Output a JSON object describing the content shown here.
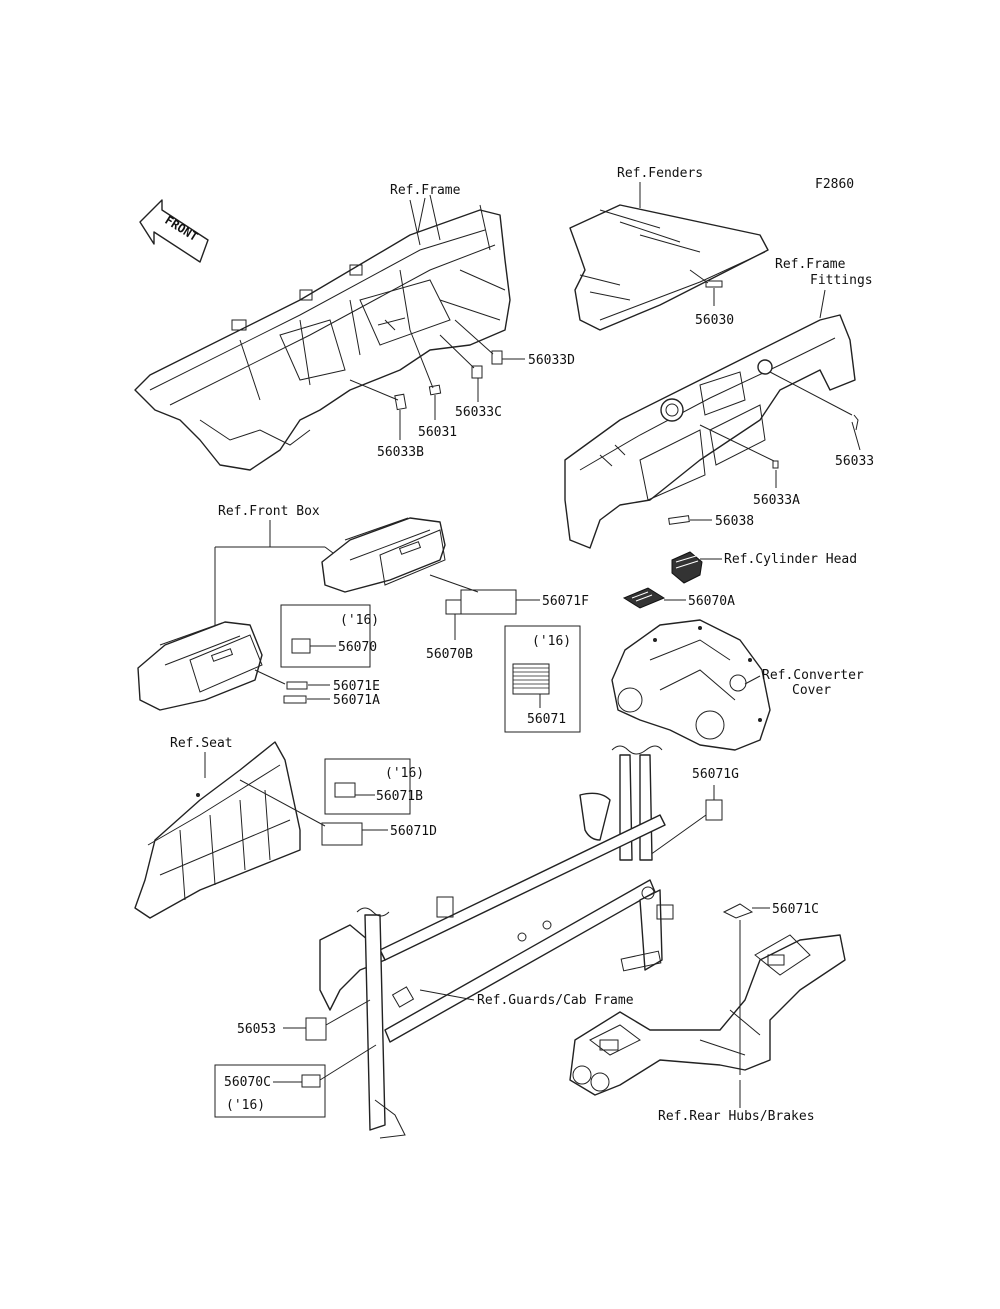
{
  "figure_id": "F2860",
  "front_arrow": "FRONT",
  "refs": {
    "frame": "Ref.Frame",
    "fenders": "Ref.Fenders",
    "frame_fittings_1": "Ref.Frame",
    "frame_fittings_2": "Fittings",
    "front_box": "Ref.Front Box",
    "cylinder_head": "Ref.Cylinder Head",
    "converter_cover_1": "Ref.Converter",
    "converter_cover_2": "Cover",
    "seat": "Ref.Seat",
    "guards": "Ref.Guards/Cab Frame",
    "rear_hubs": "Ref.Rear Hubs/Brakes"
  },
  "parts": {
    "p56030": "56030",
    "p56031": "56031",
    "p56033": "56033",
    "p56033A": "56033A",
    "p56033B": "56033B",
    "p56033C": "56033C",
    "p56033D": "56033D",
    "p56038": "56038",
    "p56053": "56053",
    "p56070": "56070",
    "p56070A": "56070A",
    "p56070B": "56070B",
    "p56070C": "56070C",
    "p56071": "56071",
    "p56071A": "56071A",
    "p56071B": "56071B",
    "p56071C": "56071C",
    "p56071D": "56071D",
    "p56071E": "56071E",
    "p56071F": "56071F",
    "p56071G": "56071G"
  },
  "year_notes": {
    "y1": "('16)",
    "y2": "('16)",
    "y3": "('16)",
    "y4": "('16)"
  }
}
